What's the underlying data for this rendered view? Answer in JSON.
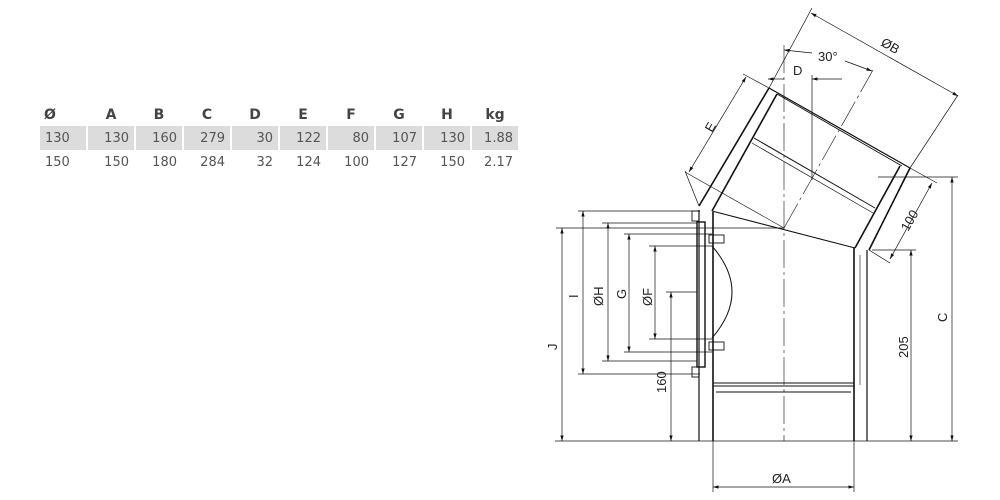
{
  "table": {
    "headers": [
      "Ø",
      "A",
      "B",
      "C",
      "D",
      "E",
      "F",
      "G",
      "H",
      "kg"
    ],
    "rows": [
      [
        "130",
        "130",
        "160",
        "279",
        "30",
        "122",
        "80",
        "107",
        "130",
        "1.88"
      ],
      [
        "150",
        "150",
        "180",
        "284",
        "32",
        "124",
        "100",
        "127",
        "150",
        "2.17"
      ]
    ]
  },
  "drawing": {
    "labels": {
      "angle": "30°",
      "diam_b": "ØB",
      "d": "D",
      "e": "E",
      "len_100": "100",
      "c": "C",
      "len_205": "205",
      "j": "J",
      "i": "I",
      "diam_h": "ØH",
      "g": "G",
      "diam_f": "ØF",
      "len_160": "160",
      "diam_a": "ØA"
    }
  }
}
